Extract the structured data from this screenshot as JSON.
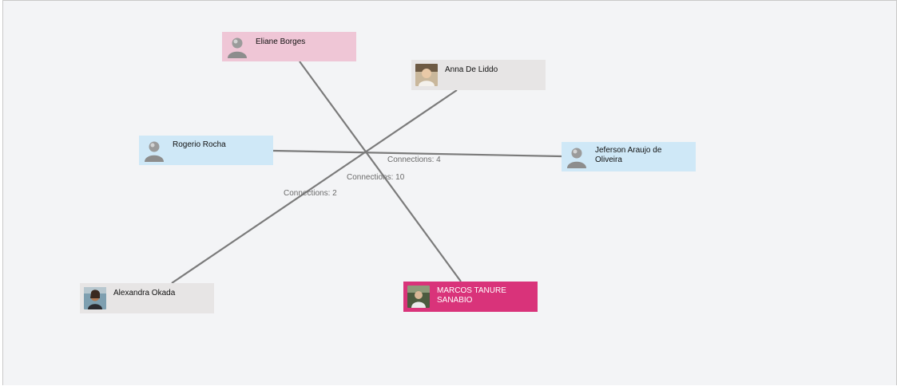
{
  "colors": {
    "canvas": "#f3f4f6",
    "edge": "#7b7b7b",
    "node_default": "#e7e5e5",
    "node_blue": "#cfe8f7",
    "node_pink": "#efc6d6",
    "node_hot": "#d9337a"
  },
  "nodes": [
    {
      "id": "eliane",
      "label": "Eliane Borges",
      "avatar": "default-user-icon",
      "color": "#efc6d6"
    },
    {
      "id": "anna",
      "label": "Anna De Liddo",
      "avatar": "user-photo-icon",
      "color": "#e7e5e5"
    },
    {
      "id": "rogerio",
      "label": "Rogerio Rocha",
      "avatar": "default-user-icon",
      "color": "#cfe8f7"
    },
    {
      "id": "jeferson",
      "label": "Jeferson Araujo de Oliveira",
      "avatar": "default-user-icon",
      "color": "#cfe8f7"
    },
    {
      "id": "alexandra",
      "label": "Alexandra Okada",
      "avatar": "user-photo-icon",
      "color": "#e7e5e5"
    },
    {
      "id": "marcos",
      "label": "MARCOS TANURE SANABIO",
      "avatar": "user-photo-icon",
      "color": "#d9337a"
    }
  ],
  "edges": [
    {
      "from": "eliane",
      "to": "marcos",
      "label": "Connections: 10"
    },
    {
      "from": "anna",
      "to": "alexandra",
      "label": "Connections: 2"
    },
    {
      "from": "rogerio",
      "to": "jeferson",
      "label": "Connections: 4"
    }
  ]
}
